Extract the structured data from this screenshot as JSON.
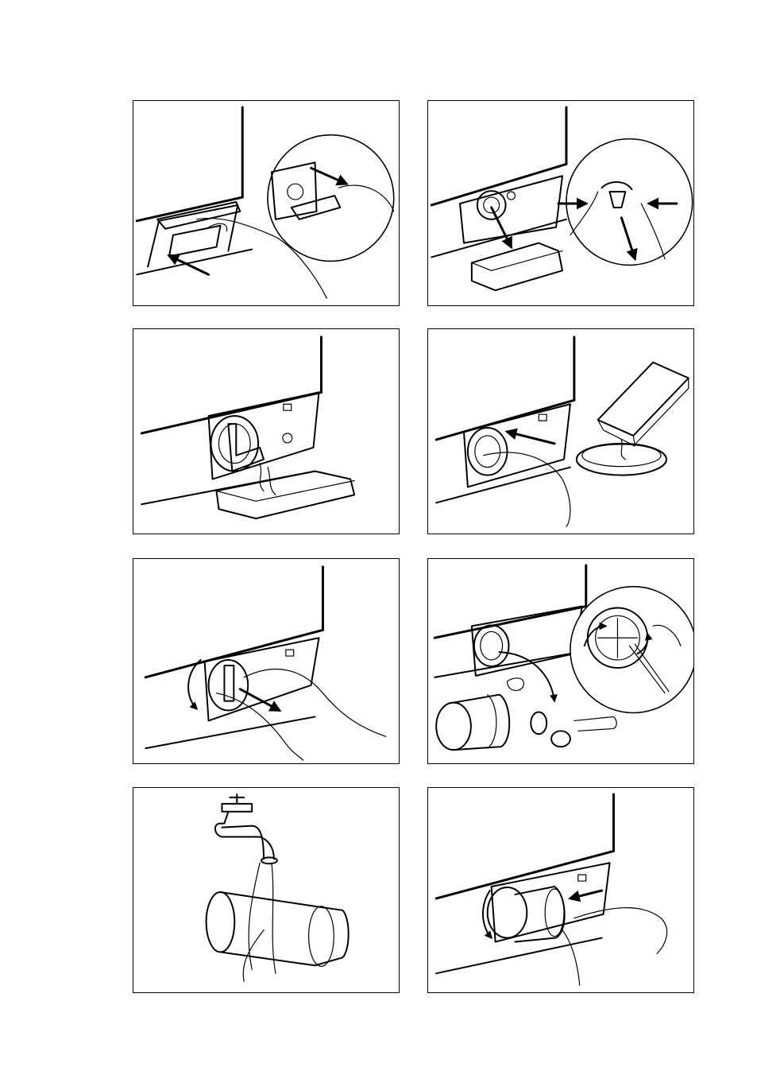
{
  "figures": [
    {
      "id": "step-1"
    },
    {
      "id": "step-2"
    },
    {
      "id": "step-3"
    },
    {
      "id": "step-4"
    },
    {
      "id": "step-5"
    },
    {
      "id": "step-6"
    },
    {
      "id": "step-7"
    },
    {
      "id": "step-8"
    }
  ],
  "colors": {
    "line": "#000000",
    "background": "#ffffff"
  }
}
